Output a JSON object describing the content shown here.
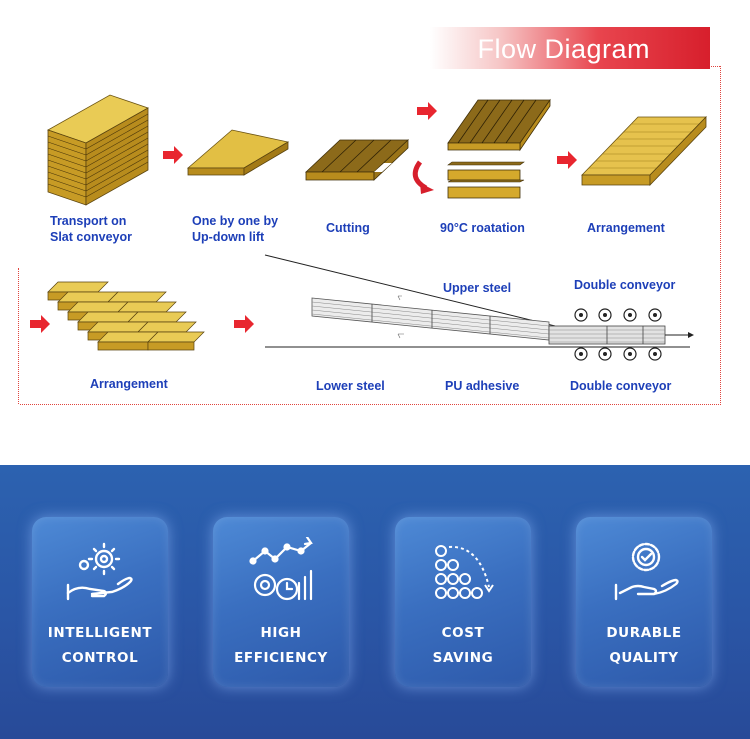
{
  "title": "Flow Diagram",
  "steps_row1": [
    {
      "line1": "Transport on",
      "line2": "Slat conveyor"
    },
    {
      "line1": "One by one by",
      "line2": "Up-down lift"
    },
    {
      "line1": "Cutting",
      "line2": ""
    },
    {
      "line1": "90°C roatation",
      "line2": ""
    },
    {
      "line1": "Arrangement",
      "line2": ""
    }
  ],
  "steps_row2": {
    "arrangement": "Arrangement",
    "upper_steel": "Upper steel",
    "double_conveyor_top": "Double conveyor",
    "lower_steel": "Lower steel",
    "pu_adhesive": "PU adhesive",
    "double_conveyor_bottom": "Double conveyor"
  },
  "features": [
    {
      "icon": "gear-hand-icon",
      "line1": "INTELLIGENT",
      "line2": "CONTROL"
    },
    {
      "icon": "growth-chart-clock-icon",
      "line1": "HIGH",
      "line2": "EFFICIENCY"
    },
    {
      "icon": "coins-icon",
      "line1": "COST",
      "line2": "SAVING"
    },
    {
      "icon": "quality-badge-hand-icon",
      "line1": "DURABLE",
      "line2": "QUALITY"
    }
  ],
  "colors": {
    "accent_red": "#d71f2c",
    "label_blue": "#1d3fb8",
    "wood": "#d9b436",
    "panel_blue": "#2c62b0"
  }
}
